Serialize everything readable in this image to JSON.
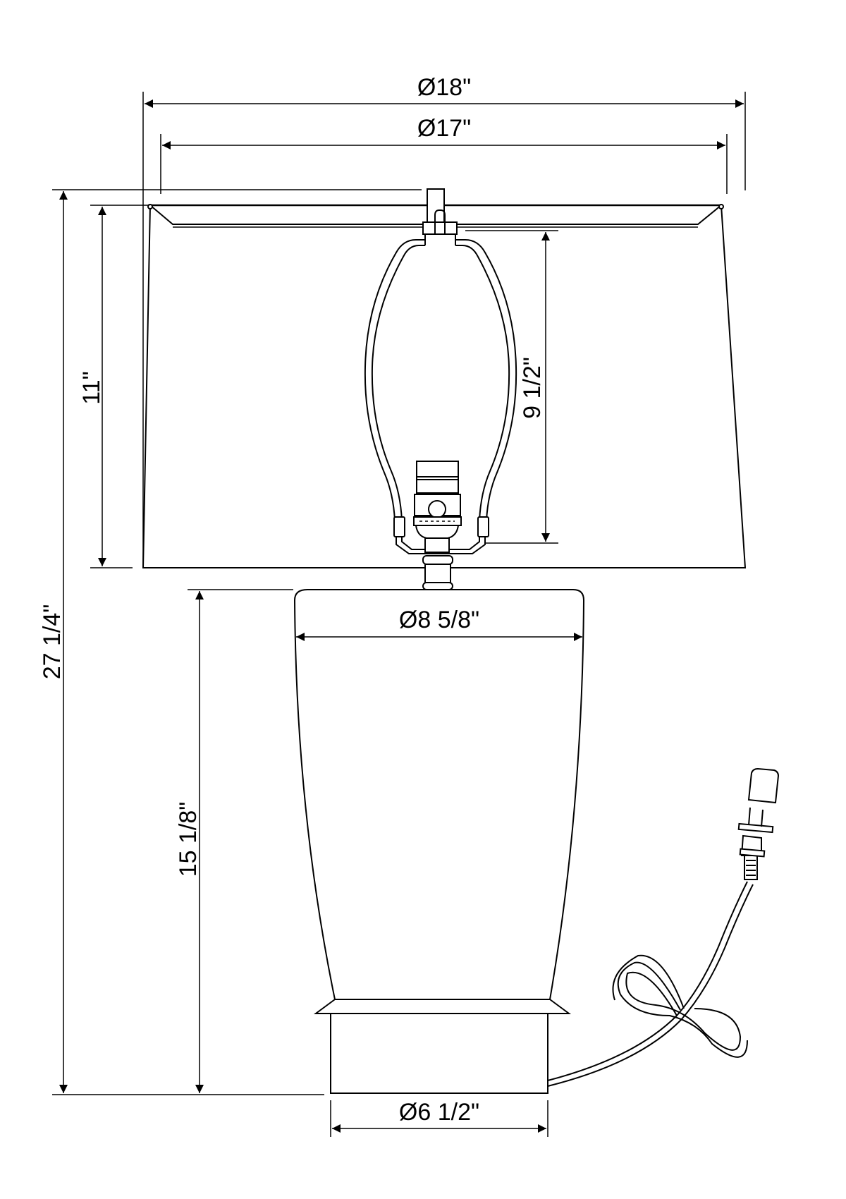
{
  "drawing": {
    "subject": "Table lamp dimension drawing",
    "colors": {
      "line": "#000000",
      "background": "#ffffff"
    },
    "components": [
      "lampshade",
      "harp",
      "finial",
      "socket",
      "neck",
      "body",
      "base",
      "power-cord",
      "plug"
    ]
  },
  "dimensions": {
    "shade_top_outer": "Ø18\"",
    "shade_top_inner": "Ø17\"",
    "total_height": "27 1/4\"",
    "shade_height": "11\"",
    "harp_height": "9 1/2\"",
    "body_diameter": "Ø8 5/8\"",
    "body_height": "15 1/8\"",
    "base_diameter": "Ø6 1/2\""
  }
}
